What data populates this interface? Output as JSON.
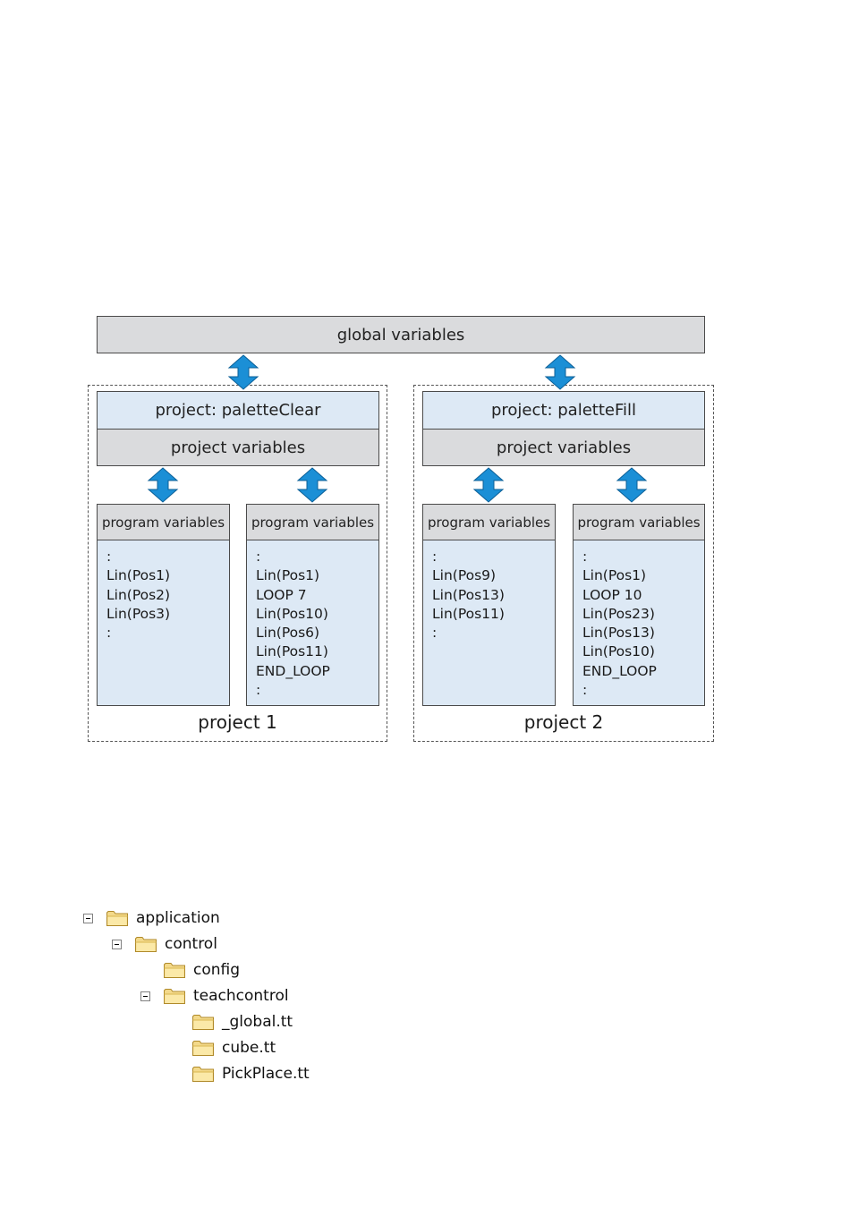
{
  "diagram": {
    "global": "global variables",
    "projects": [
      {
        "title": "project: paletteClear",
        "project_vars": "project variables",
        "caption": "project 1",
        "programs": [
          {
            "header": "program variables",
            "lines": [
              ":",
              "Lin(Pos1)",
              "Lin(Pos2)",
              "Lin(Pos3)",
              ":"
            ]
          },
          {
            "header": "program variables",
            "lines": [
              ":",
              "Lin(Pos1)",
              "LOOP 7",
              "Lin(Pos10)",
              "Lin(Pos6)",
              "Lin(Pos11)",
              "END_LOOP",
              ":"
            ]
          }
        ]
      },
      {
        "title": "project: paletteFill",
        "project_vars": "project variables",
        "caption": "project 2",
        "programs": [
          {
            "header": "program variables",
            "lines": [
              ":",
              "Lin(Pos9)",
              "Lin(Pos13)",
              "Lin(Pos11)",
              ":"
            ]
          },
          {
            "header": "program variables",
            "lines": [
              ":",
              "Lin(Pos1)",
              "LOOP 10",
              "Lin(Pos23)",
              "Lin(Pos13)",
              "Lin(Pos10)",
              "END_LOOP",
              ":"
            ]
          }
        ]
      }
    ],
    "colors": {
      "gray": "#dadbdd",
      "blue": "#dde9f5",
      "arrow": "#1b8fd6"
    }
  },
  "tree": {
    "items": [
      {
        "label": "application",
        "expandable": true,
        "icon": "folder-icon"
      },
      {
        "label": "control",
        "expandable": true,
        "icon": "folder-icon"
      },
      {
        "label": "config",
        "expandable": false,
        "icon": "folder-icon"
      },
      {
        "label": "teachcontrol",
        "expandable": true,
        "icon": "folder-icon"
      },
      {
        "label": "_global.tt",
        "expandable": false,
        "icon": "folder-icon"
      },
      {
        "label": "cube.tt",
        "expandable": false,
        "icon": "folder-icon"
      },
      {
        "label": "PickPlace.tt",
        "expandable": false,
        "icon": "folder-icon"
      }
    ]
  }
}
